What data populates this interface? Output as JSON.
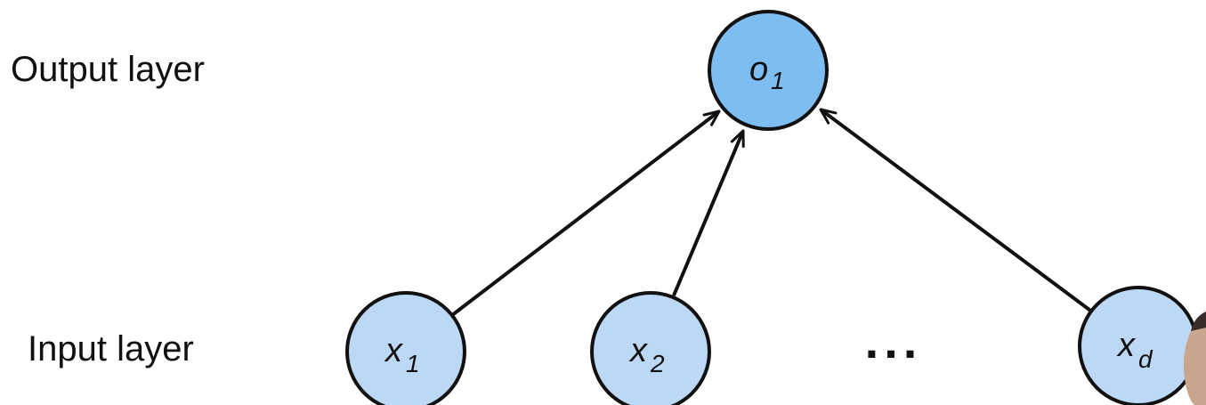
{
  "labels": {
    "output_layer": "Output layer",
    "input_layer": "Input layer"
  },
  "colors": {
    "output_node_fill": "#7dbdf2",
    "input_node_fill": "#bcd8f5",
    "stroke": "#111111"
  },
  "nodes": {
    "output": {
      "var": "o",
      "sub": "1"
    },
    "inputs": [
      {
        "var": "x",
        "sub": "1"
      },
      {
        "var": "x",
        "sub": "2"
      },
      {
        "var": "x",
        "sub": "d"
      }
    ],
    "ellipsis": "..."
  }
}
